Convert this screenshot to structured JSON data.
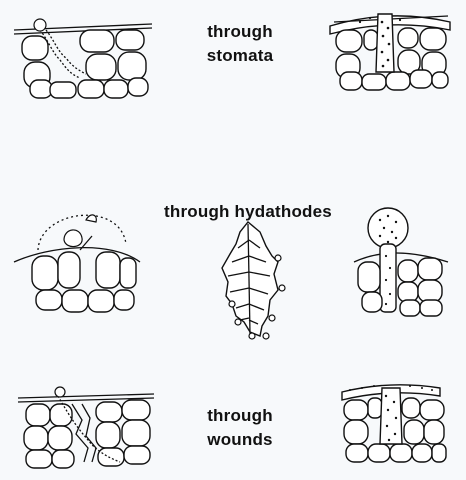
{
  "labels": {
    "stomata_line1": "through",
    "stomata_line2": "stomata",
    "hydathodes": "through hydathodes",
    "wounds_line1": "through",
    "wounds_line2": "wounds"
  },
  "colors": {
    "ink": "#111111",
    "paper": "#f7f9fb"
  }
}
